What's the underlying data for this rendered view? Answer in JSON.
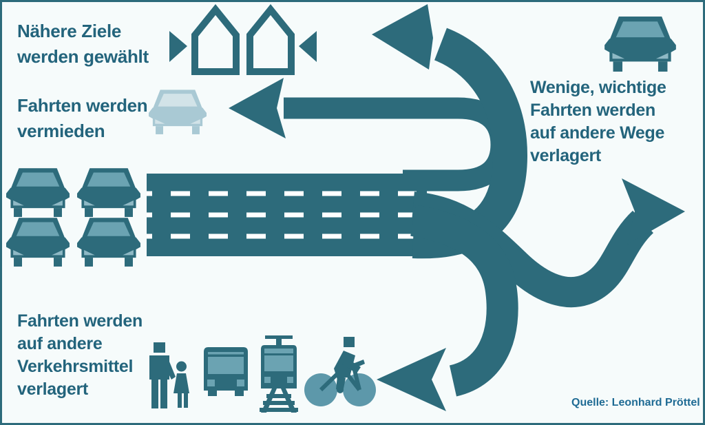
{
  "colors": {
    "band": "#2d6b7b",
    "glass": "#6ba3b2",
    "headlight": "#8fb9c5",
    "wheel": "#5d98aa",
    "light_body": "#a9c9d4",
    "light_glass": "#d2e3e8",
    "background": "#f6fbfb",
    "text": "#23647c",
    "source_text": "#1f6b94",
    "dash": "#ffffff"
  },
  "texts": {
    "nearer_destinations": "Nähere Ziele\nwerden gewählt",
    "trips_avoided": "Fahrten werden\nvermieden",
    "other_routes": "Wenige, wichtige\nFahrten werden\nauf andere Wege\nverlagert",
    "other_modes": "Fahrten werden\nauf andere\nVerkehrsmittel\nverlagert",
    "source": "Quelle: Leonhard Pröttel"
  },
  "diagram": {
    "road": {
      "lanes": 4,
      "dash_rows": 3
    },
    "arrows": [
      "u-turn-left-arrow",
      "up-left-arrow",
      "wavy-right-arrow",
      "loop-down-left-arrow"
    ],
    "icons": [
      {
        "name": "triangle-right-icon",
        "count": 1
      },
      {
        "name": "house-icon",
        "count": 2
      },
      {
        "name": "triangle-left-icon",
        "count": 1
      },
      {
        "name": "faded-car-icon",
        "count": 1
      },
      {
        "name": "car-icon",
        "count": 5
      },
      {
        "name": "pedestrians-icon",
        "count": 1
      },
      {
        "name": "bus-icon",
        "count": 1
      },
      {
        "name": "tram-icon",
        "count": 1
      },
      {
        "name": "cyclist-icon",
        "count": 1
      }
    ]
  }
}
